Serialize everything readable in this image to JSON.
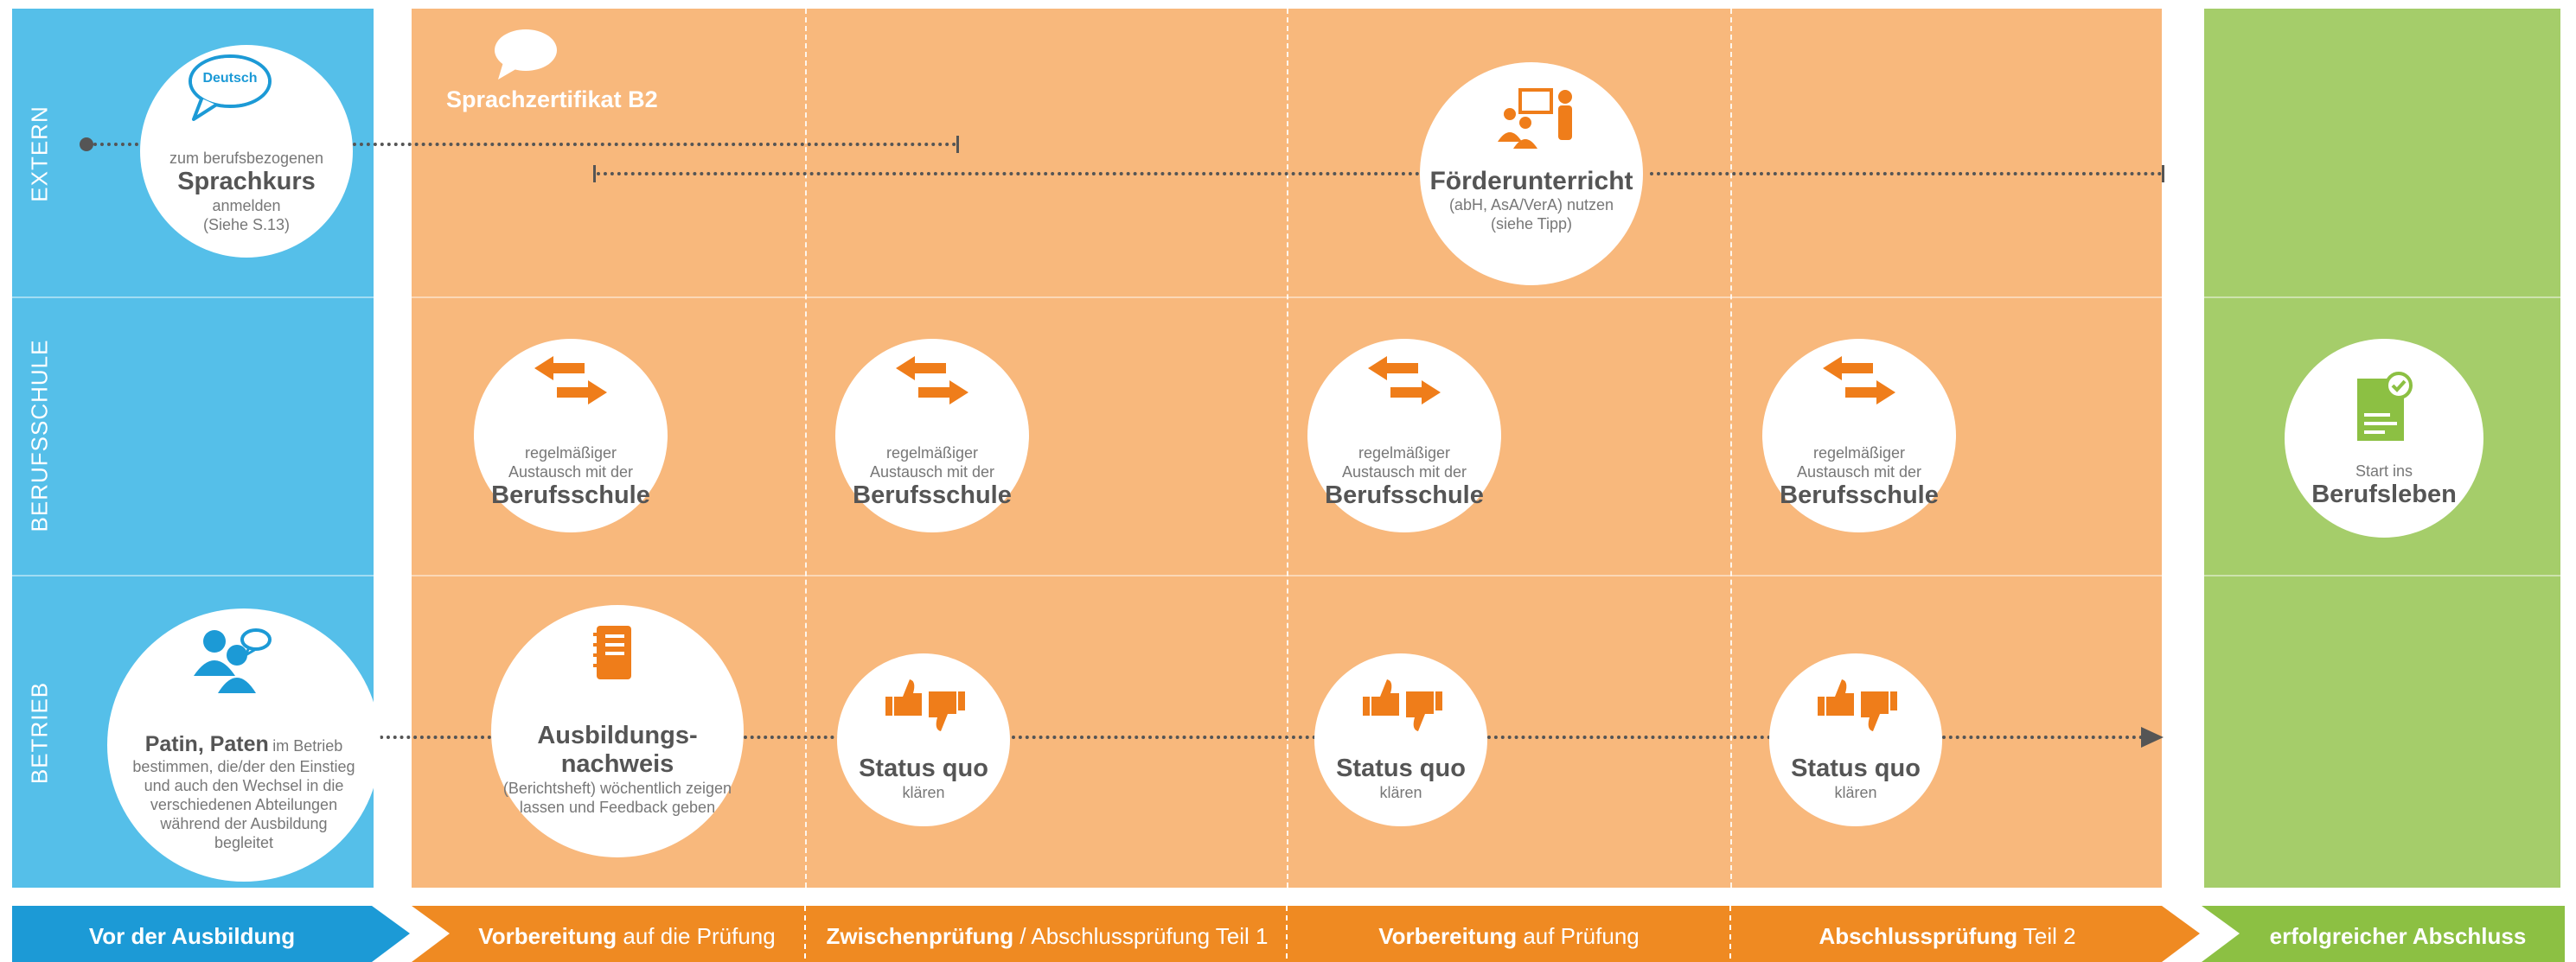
{
  "rows": {
    "extern": "EXTERN",
    "berufsschule": "BERUFSSCHULE",
    "betrieb": "BETRIEB"
  },
  "sprachkurs": {
    "bubble": "Deutsch",
    "line1": "zum berufsbezogenen",
    "title": "Sprachkurs",
    "line2": "anmelden",
    "line3": "(Siehe S.13)"
  },
  "zertifikat": {
    "label": "Sprachzertifikat B2"
  },
  "foerder": {
    "title": "Förderunterricht",
    "line1": "(abH, AsA/VerA) nutzen",
    "line2": "(siehe Tipp)"
  },
  "austausch": {
    "line1": "regelmäßiger",
    "line2": "Austausch mit der",
    "title": "Berufsschule"
  },
  "berufsleben": {
    "line1": "Start ins",
    "title": "Berufsleben"
  },
  "paten": {
    "title": "Patin, Paten",
    "text_after": "im Betrieb",
    "line2": "bestimmen, die/der den Einstieg",
    "line3": "und auch den Wechsel in die",
    "line4": "verschiedenen Abteilungen",
    "line5": "während der Ausbildung",
    "line6": "begleitet"
  },
  "nachweis": {
    "title1": "Ausbildungs-",
    "title2": "nachweis",
    "line1": "(Berichtsheft) wöchentlich zeigen",
    "line2": "lassen und Feedback geben"
  },
  "status": {
    "title": "Status quo",
    "line1": "klären"
  },
  "phases": [
    {
      "bold": "Vor der Ausbildung",
      "rest": ""
    },
    {
      "bold": "Vorbereitung",
      "rest": " auf die Prüfung"
    },
    {
      "bold": "Zwischenprüfung",
      "rest": " / Abschlussprüfung Teil 1"
    },
    {
      "bold": "Vorbereitung",
      "rest": " auf Prüfung"
    },
    {
      "bold": "Abschlussprüfung",
      "rest": " Teil 2"
    },
    {
      "bold": "erfolgreicher Abschluss",
      "rest": ""
    }
  ],
  "colors": {
    "blue": "#55bfe9",
    "orange_panel": "#f8b87c",
    "orange_icon": "#ef7d1a",
    "green": "#a5cd6a",
    "arrow_blue": "#1c9ad6",
    "arrow_orange": "#ef8a22",
    "arrow_green": "#8cc043",
    "text_gray": "#555555"
  }
}
